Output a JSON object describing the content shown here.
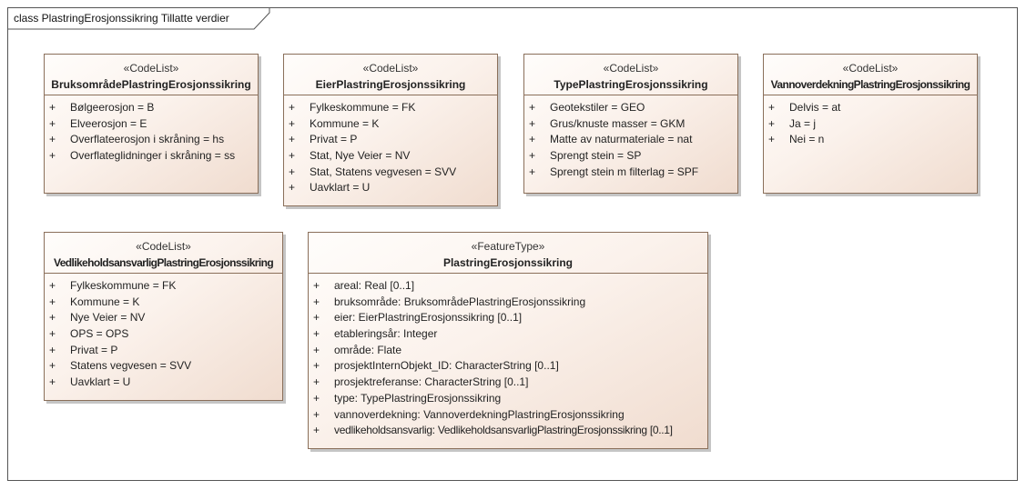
{
  "frame": {
    "title": "class PlastringErosjonssikring Tillatte verdier"
  },
  "classes": [
    {
      "stereotype": "«CodeList»",
      "name": "BruksområdePlastringErosjonssikring",
      "attributes": [
        {
          "vis": "+",
          "text": "Bølgeerosjon = B"
        },
        {
          "vis": "+",
          "text": "Elveerosjon = E"
        },
        {
          "vis": "+",
          "text": "Overflateerosjon i skråning = hs"
        },
        {
          "vis": "+",
          "text": "Overflateglidninger i skråning = ss"
        }
      ]
    },
    {
      "stereotype": "«CodeList»",
      "name": "EierPlastringErosjonssikring",
      "attributes": [
        {
          "vis": "+",
          "text": "Fylkeskommune = FK"
        },
        {
          "vis": "+",
          "text": "Kommune = K"
        },
        {
          "vis": "+",
          "text": "Privat = P"
        },
        {
          "vis": "+",
          "text": "Stat, Nye Veier = NV"
        },
        {
          "vis": "+",
          "text": "Stat, Statens vegvesen = SVV"
        },
        {
          "vis": "+",
          "text": "Uavklart = U"
        }
      ]
    },
    {
      "stereotype": "«CodeList»",
      "name": "TypePlastringErosjonssikring",
      "attributes": [
        {
          "vis": "+",
          "text": "Geotekstiler = GEO"
        },
        {
          "vis": "+",
          "text": "Grus/knuste masser = GKM"
        },
        {
          "vis": "+",
          "text": "Matte av naturmateriale = nat"
        },
        {
          "vis": "+",
          "text": "Sprengt stein = SP"
        },
        {
          "vis": "+",
          "text": "Sprengt stein m filterlag = SPF"
        }
      ]
    },
    {
      "stereotype": "«CodeList»",
      "name": "VannoverdekningPlastringErosjonssikring",
      "attributes": [
        {
          "vis": "+",
          "text": "Delvis = at"
        },
        {
          "vis": "+",
          "text": "Ja = j"
        },
        {
          "vis": "+",
          "text": "Nei = n"
        }
      ]
    },
    {
      "stereotype": "«CodeList»",
      "name": "VedlikeholdsansvarligPlastringErosjonssikring",
      "attributes": [
        {
          "vis": "+",
          "text": "Fylkeskommune = FK"
        },
        {
          "vis": "+",
          "text": "Kommune = K"
        },
        {
          "vis": "+",
          "text": "Nye Veier = NV"
        },
        {
          "vis": "+",
          "text": "OPS = OPS"
        },
        {
          "vis": "+",
          "text": "Privat = P"
        },
        {
          "vis": "+",
          "text": "Statens vegvesen = SVV"
        },
        {
          "vis": "+",
          "text": "Uavklart = U"
        }
      ]
    },
    {
      "stereotype": "«FeatureType»",
      "name": "PlastringErosjonssikring",
      "attributes": [
        {
          "vis": "+",
          "text": "areal: Real [0..1]"
        },
        {
          "vis": "+",
          "text": "bruksområde: BruksområdePlastringErosjonssikring"
        },
        {
          "vis": "+",
          "text": "eier: EierPlastringErosjonssikring [0..1]"
        },
        {
          "vis": "+",
          "text": "etableringsår: Integer"
        },
        {
          "vis": "+",
          "text": "område: Flate"
        },
        {
          "vis": "+",
          "text": "prosjektInternObjekt_ID: CharacterString [0..1]"
        },
        {
          "vis": "+",
          "text": "prosjektreferanse: CharacterString [0..1]"
        },
        {
          "vis": "+",
          "text": "type: TypePlastringErosjonssikring"
        },
        {
          "vis": "+",
          "text": "vannoverdekning: VannoverdekningPlastringErosjonssikring"
        },
        {
          "vis": "+",
          "text": "vedlikeholdsansvarlig: VedlikeholdsansvarligPlastringErosjonssikring [0..1]"
        }
      ]
    }
  ]
}
